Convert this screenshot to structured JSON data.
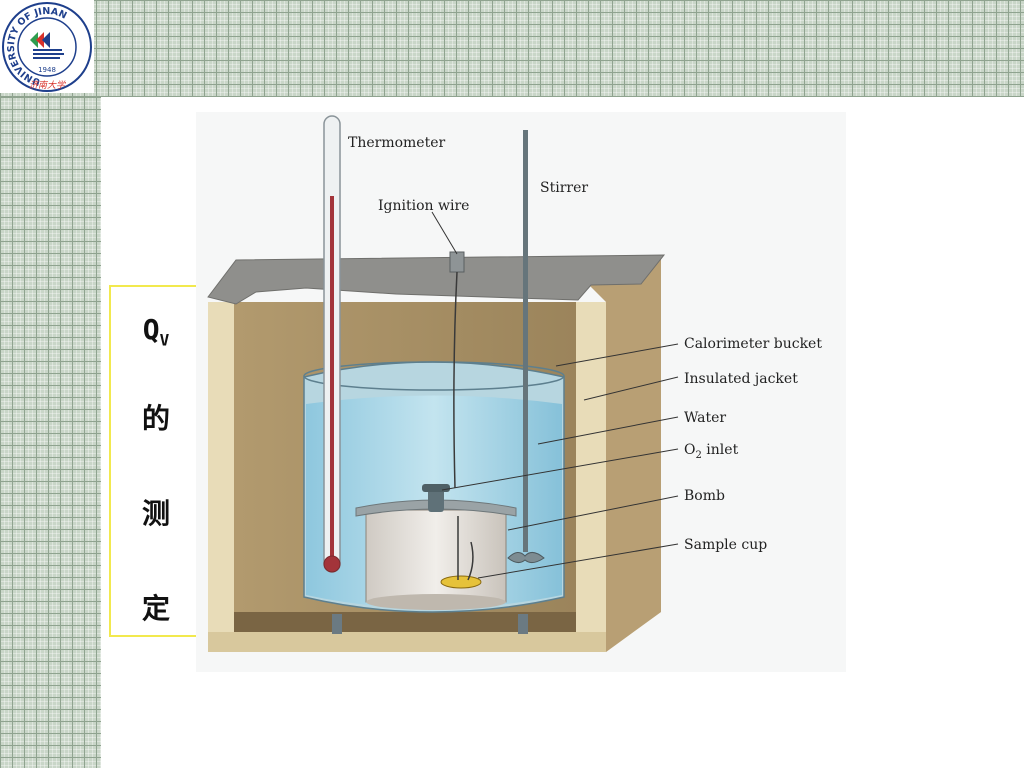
{
  "logo": {
    "ring_text": "UNIVERSITY OF JINAN",
    "year": "1948",
    "script_text": "济南大学",
    "colors": {
      "navy": "#1e3f8c",
      "red": "#d8322b",
      "green": "#2f9e4f"
    }
  },
  "side_label": {
    "q": "Q",
    "sub": "V",
    "chars": [
      "的",
      "测",
      "定"
    ]
  },
  "diagram": {
    "labels": {
      "thermometer": "Thermometer",
      "ignition_wire": "Ignition wire",
      "stirrer": "Stirrer",
      "calorimeter_bucket": "Calorimeter bucket",
      "insulated_jacket": "Insulated jacket",
      "water": "Water",
      "o2_inlet_main": "O",
      "o2_inlet_sub": "2",
      "o2_inlet_rest": " inlet",
      "bomb": "Bomb",
      "sample_cup": "Sample cup"
    }
  }
}
